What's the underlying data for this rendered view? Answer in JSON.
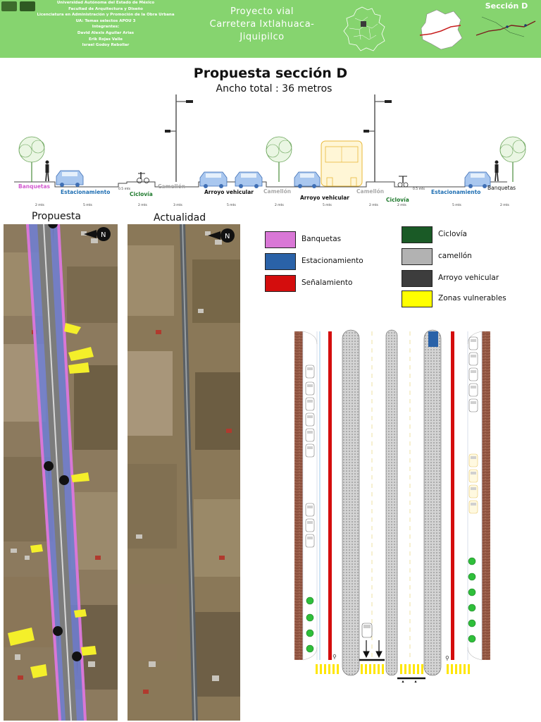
{
  "header": {
    "credits": [
      "Universidad Autónoma del Estado de México",
      "Facultad de Arquitectura y Diseño",
      "Licenciatura en Administración y Promoción de la Obra Urbana",
      "UA: Temas selectos APOU 3",
      "Integrantes:",
      "David Alexis Aguilar Arias",
      "Erik Rojas Valle",
      "Israel Godoy Rebollar"
    ],
    "project_lines": [
      "Proyecto vial",
      "Carretera Ixtlahuaca-",
      "Jiquipilco"
    ],
    "section": "Sección D"
  },
  "title": "Propuesta sección D",
  "subtitle": "Ancho total : 36 metros",
  "cross_section": {
    "labels": {
      "banquetas_left": "Banquetas",
      "estacionamiento_left": "Estacionamiento",
      "ciclovia_left": "Ciclovía",
      "camellon_left": "Camellón",
      "arroyo_left": "Arroyo vehicular",
      "camellon_center": "Camellón",
      "arroyo_right": "Arroyo vehicular",
      "camellon_right": "Camellón",
      "ciclovia_right": "Ciclovía",
      "estacionamiento_right": "Estacionamiento",
      "banquetas_right": "Banquetas",
      "half_left": "0.5 mts",
      "half_right": "0.5 mts"
    },
    "widths": [
      "2 mts",
      "5 mts",
      "2 mts",
      "3 mts",
      "5 mts",
      "2 mts",
      "5 mts",
      "2 mts",
      "2 mts",
      "5 mts",
      "2 mts"
    ]
  },
  "photos": {
    "propuesta": "Propuesta",
    "actualidad": "Actualidad"
  },
  "legend": [
    {
      "label": "Banquetas",
      "color": "#d977d6"
    },
    {
      "label": "Estacionamiento",
      "color": "#2a62a8"
    },
    {
      "label": "Señalamiento",
      "color": "#d40d0d"
    },
    {
      "label": "Ciclovía",
      "color": "#1a5a26"
    },
    {
      "label": "camellón",
      "color": "#b2b2b2"
    },
    {
      "label": "Arroyo vehicular",
      "color": "#3d3d3d"
    },
    {
      "label": "Zonas vulnerables",
      "color": "#ffff00"
    }
  ],
  "colors": {
    "header_green": "#86d46f",
    "sidewalk_brick": "#8b4f3c",
    "signal_red": "#d40d0d",
    "vulnerable_yellow": "#ffe600"
  }
}
